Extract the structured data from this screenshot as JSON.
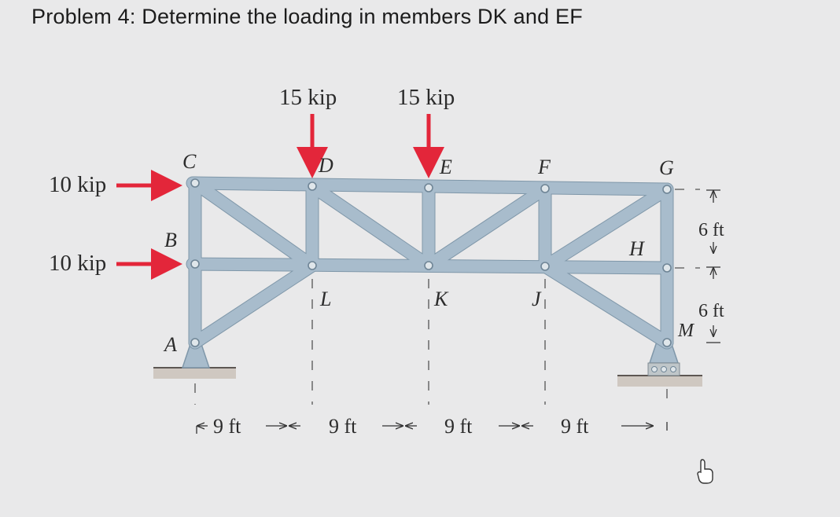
{
  "problem": {
    "title": "Problem 4: Determine the loading in members DK and EF"
  },
  "loads": {
    "vertical_d": "15 kip",
    "vertical_e": "15 kip",
    "horizontal_c": "10 kip",
    "horizontal_b": "10 kip",
    "arrow_color": "#e3263a"
  },
  "joints": {
    "a": "A",
    "b": "B",
    "c": "C",
    "d": "D",
    "e": "E",
    "f": "F",
    "g": "G",
    "h": "H",
    "j": "J",
    "k": "K",
    "l": "L",
    "m": "M"
  },
  "dimensions": {
    "span1": "9 ft",
    "span2": "9 ft",
    "span3": "9 ft",
    "span4": "9 ft",
    "height_upper": "6 ft",
    "height_lower": "6 ft"
  },
  "colors": {
    "member": "#a8bccc",
    "ground": "#c9c3bd"
  }
}
